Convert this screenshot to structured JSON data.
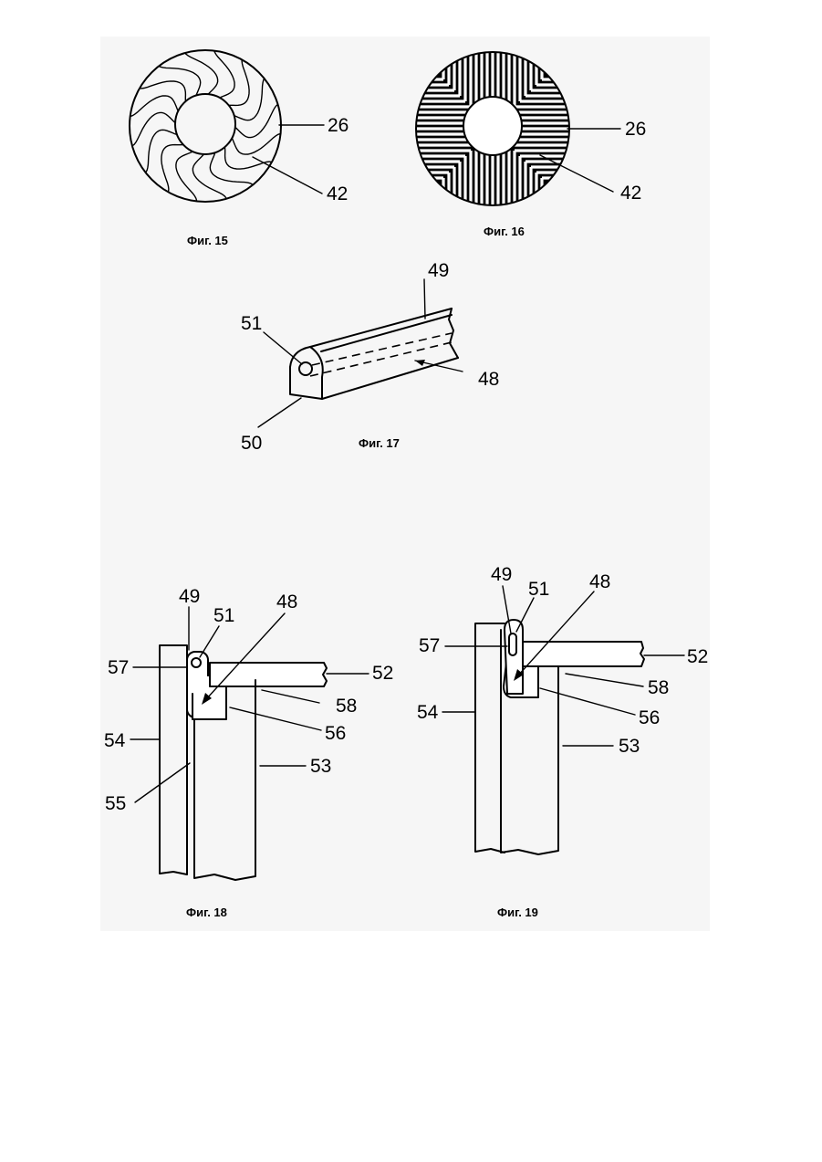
{
  "figures": {
    "fig15": {
      "caption": "Фиг. 15",
      "labels": {
        "outer": "26",
        "inner": "42"
      }
    },
    "fig16": {
      "caption": "Фиг. 16",
      "labels": {
        "outer": "26",
        "inner": "42"
      }
    },
    "fig17": {
      "caption": "Фиг. 17",
      "labels": {
        "l49": "49",
        "l51": "51",
        "l48": "48",
        "l50": "50"
      }
    },
    "fig18": {
      "caption": "Фиг. 18",
      "labels": {
        "l49": "49",
        "l51": "51",
        "l48": "48",
        "l57": "57",
        "l52": "52",
        "l58": "58",
        "l54": "54",
        "l56": "56",
        "l55": "55",
        "l53": "53"
      }
    },
    "fig19": {
      "caption": "Фиг. 19",
      "labels": {
        "l49": "49",
        "l51": "51",
        "l48": "48",
        "l57": "57",
        "l52": "52",
        "l54": "54",
        "l58": "58",
        "l56": "56",
        "l53": "53"
      }
    }
  },
  "colors": {
    "ink": "#000000",
    "paper": "#ffffff",
    "scan_background": "#f6f6f6"
  }
}
